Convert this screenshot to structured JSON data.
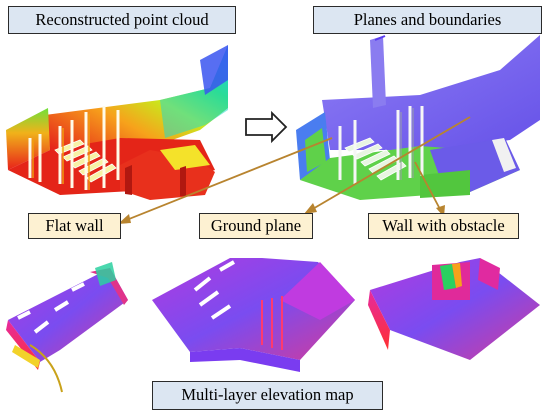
{
  "labels": {
    "reconstructed": "Reconstructed point cloud",
    "planes": "Planes and boundaries",
    "flat_wall": "Flat wall",
    "ground_plane": "Ground plane",
    "wall_obstacle": "Wall with obstacle",
    "multilayer": "Multi-layer elevation map"
  },
  "colors": {
    "title_box": "#dce6f2",
    "annotation_box": "#fdf1d2",
    "pointer_arrow": "#b8842f",
    "plane_purple": "#7b6cf0",
    "plane_green": "#5fd14a",
    "cloud_red": "#e82418",
    "map_magenta": "#c93aa8"
  },
  "icons": {
    "flow_arrow": "hollow-right-arrow-icon"
  }
}
